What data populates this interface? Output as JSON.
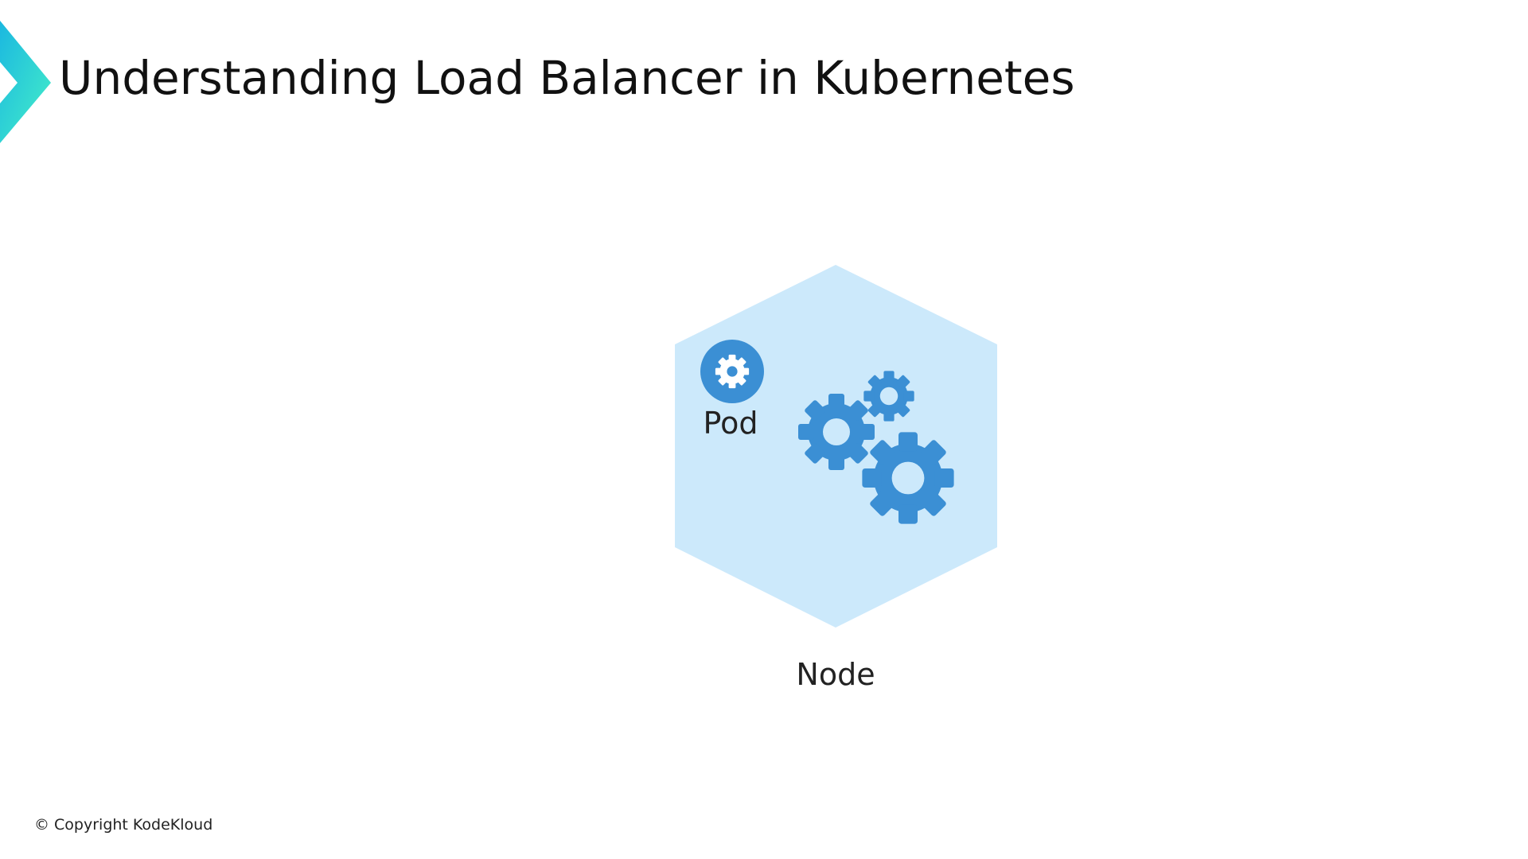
{
  "slide": {
    "title": "Understanding Load Balancer in Kubernetes",
    "copyright": "© Copyright KodeKloud"
  },
  "diagram": {
    "node": {
      "label": "Node",
      "fill": "#cce9fb",
      "icon": "gears-icon"
    },
    "pod": {
      "label": "Pod",
      "fill": "#3b8fd4",
      "icon": "gear-icon"
    },
    "gear_color": "#3b8fd4"
  },
  "brand": {
    "accent_start": "#1bb8e0",
    "accent_end": "#45efc8",
    "icon": "chevron-logo-icon"
  }
}
